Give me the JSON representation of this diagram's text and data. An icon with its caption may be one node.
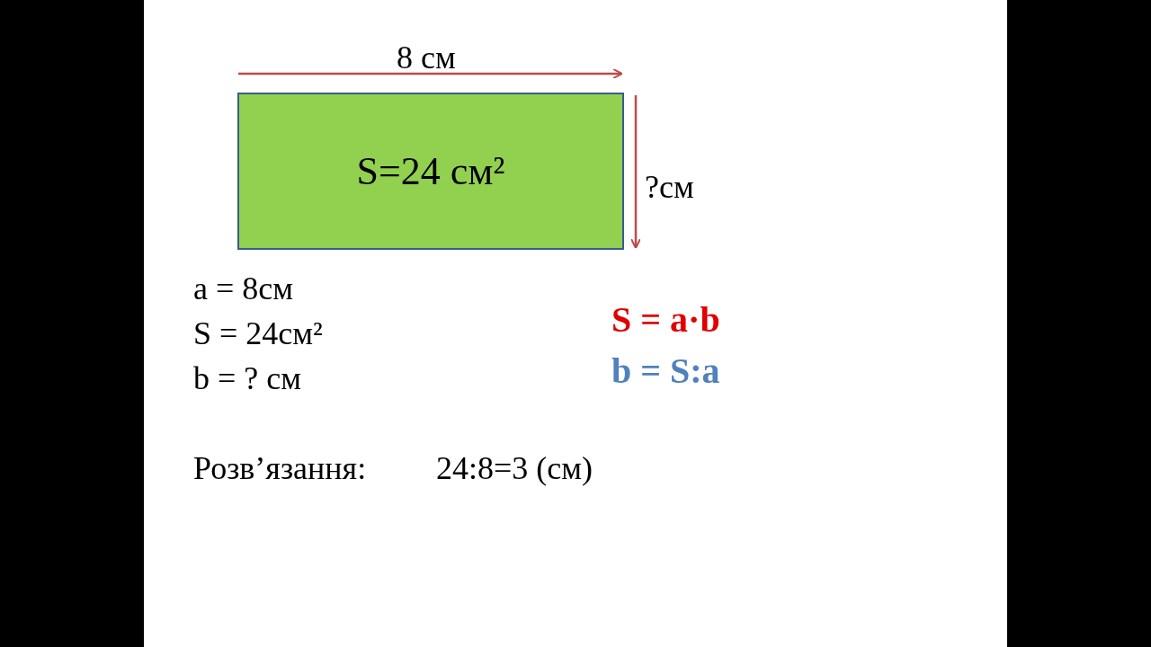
{
  "diagram": {
    "nodes": [
      {
        "text": [
          "S=24 см²"
        ]
      }
    ],
    "labels": [
      "8 см",
      "?см",
      "a = 8см",
      "S = 24см²",
      "b = ? см",
      "S = a·b",
      "b = S:a",
      "Розв’язання:",
      "24:8=3 (см)"
    ]
  }
}
